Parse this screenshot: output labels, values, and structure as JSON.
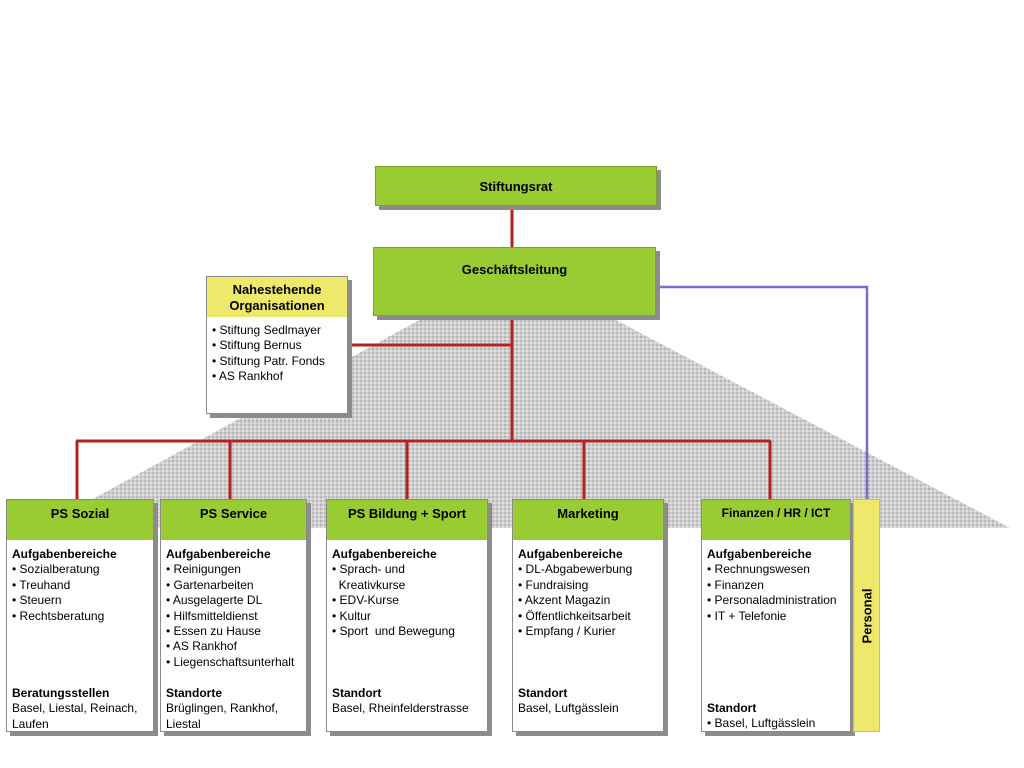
{
  "top": {
    "stiftungsrat": "Stiftungsrat",
    "geschaeftsleitung": "Geschäftsleitung"
  },
  "nahestehende": {
    "title": "Nahestehende Organisationen",
    "items": [
      "• Stiftung Sedlmayer",
      "• Stiftung Bernus",
      "• Stiftung Patr. Fonds",
      "• AS Rankhof"
    ]
  },
  "personal": "Personal",
  "colors": {
    "green": "#99cc33",
    "yellow": "#eee86b",
    "red_line": "#b22222",
    "blue_line": "#7070c8",
    "pyramid": "#c8c8c8"
  },
  "departments": [
    {
      "title": "PS Sozial",
      "section_title": "Aufgabenbereiche",
      "items": [
        "• Sozialberatung",
        "• Treuhand",
        "• Steuern",
        "• Rechtsberatung"
      ],
      "footer_title": "Beratungsstellen",
      "footer_lines": [
        "Basel, Liestal, Reinach,",
        "Laufen"
      ]
    },
    {
      "title": "PS Service",
      "section_title": "Aufgabenbereiche",
      "items": [
        "• Reinigungen",
        "• Gartenarbeiten",
        "• Ausgelagerte DL",
        "• Hilfsmitteldienst",
        "• Essen zu Hause",
        "• AS Rankhof",
        "• Liegenschaftsunterhalt"
      ],
      "footer_title": "Standorte",
      "footer_lines": [
        "Brüglingen, Rankhof,",
        "Liestal"
      ]
    },
    {
      "title": "PS Bildung + Sport",
      "section_title": "Aufgabenbereiche",
      "items": [
        "• Sprach- und",
        "  Kreativkurse",
        "• EDV-Kurse",
        "• Kultur",
        "• Sport  und Bewegung"
      ],
      "footer_title": "Standort",
      "footer_lines": [
        "Basel, Rheinfelderstrasse"
      ]
    },
    {
      "title": "Marketing",
      "section_title": "Aufgabenbereiche",
      "items": [
        "• DL-Abgabewerbung",
        "• Fundraising",
        "• Akzent Magazin",
        "• Öffentlichkeitsarbeit",
        "• Empfang / Kurier"
      ],
      "footer_title": "Standort",
      "footer_lines": [
        "Basel, Luftgässlein"
      ]
    },
    {
      "title": "Finanzen / HR / ICT",
      "section_title": "Aufgabenbereiche",
      "items": [
        "• Rechnungswesen",
        "• Finanzen",
        "• Personaladministration",
        "• IT + Telefonie"
      ],
      "footer_title": "Standort",
      "footer_lines": [
        "• Basel, Luftgässlein"
      ]
    }
  ]
}
